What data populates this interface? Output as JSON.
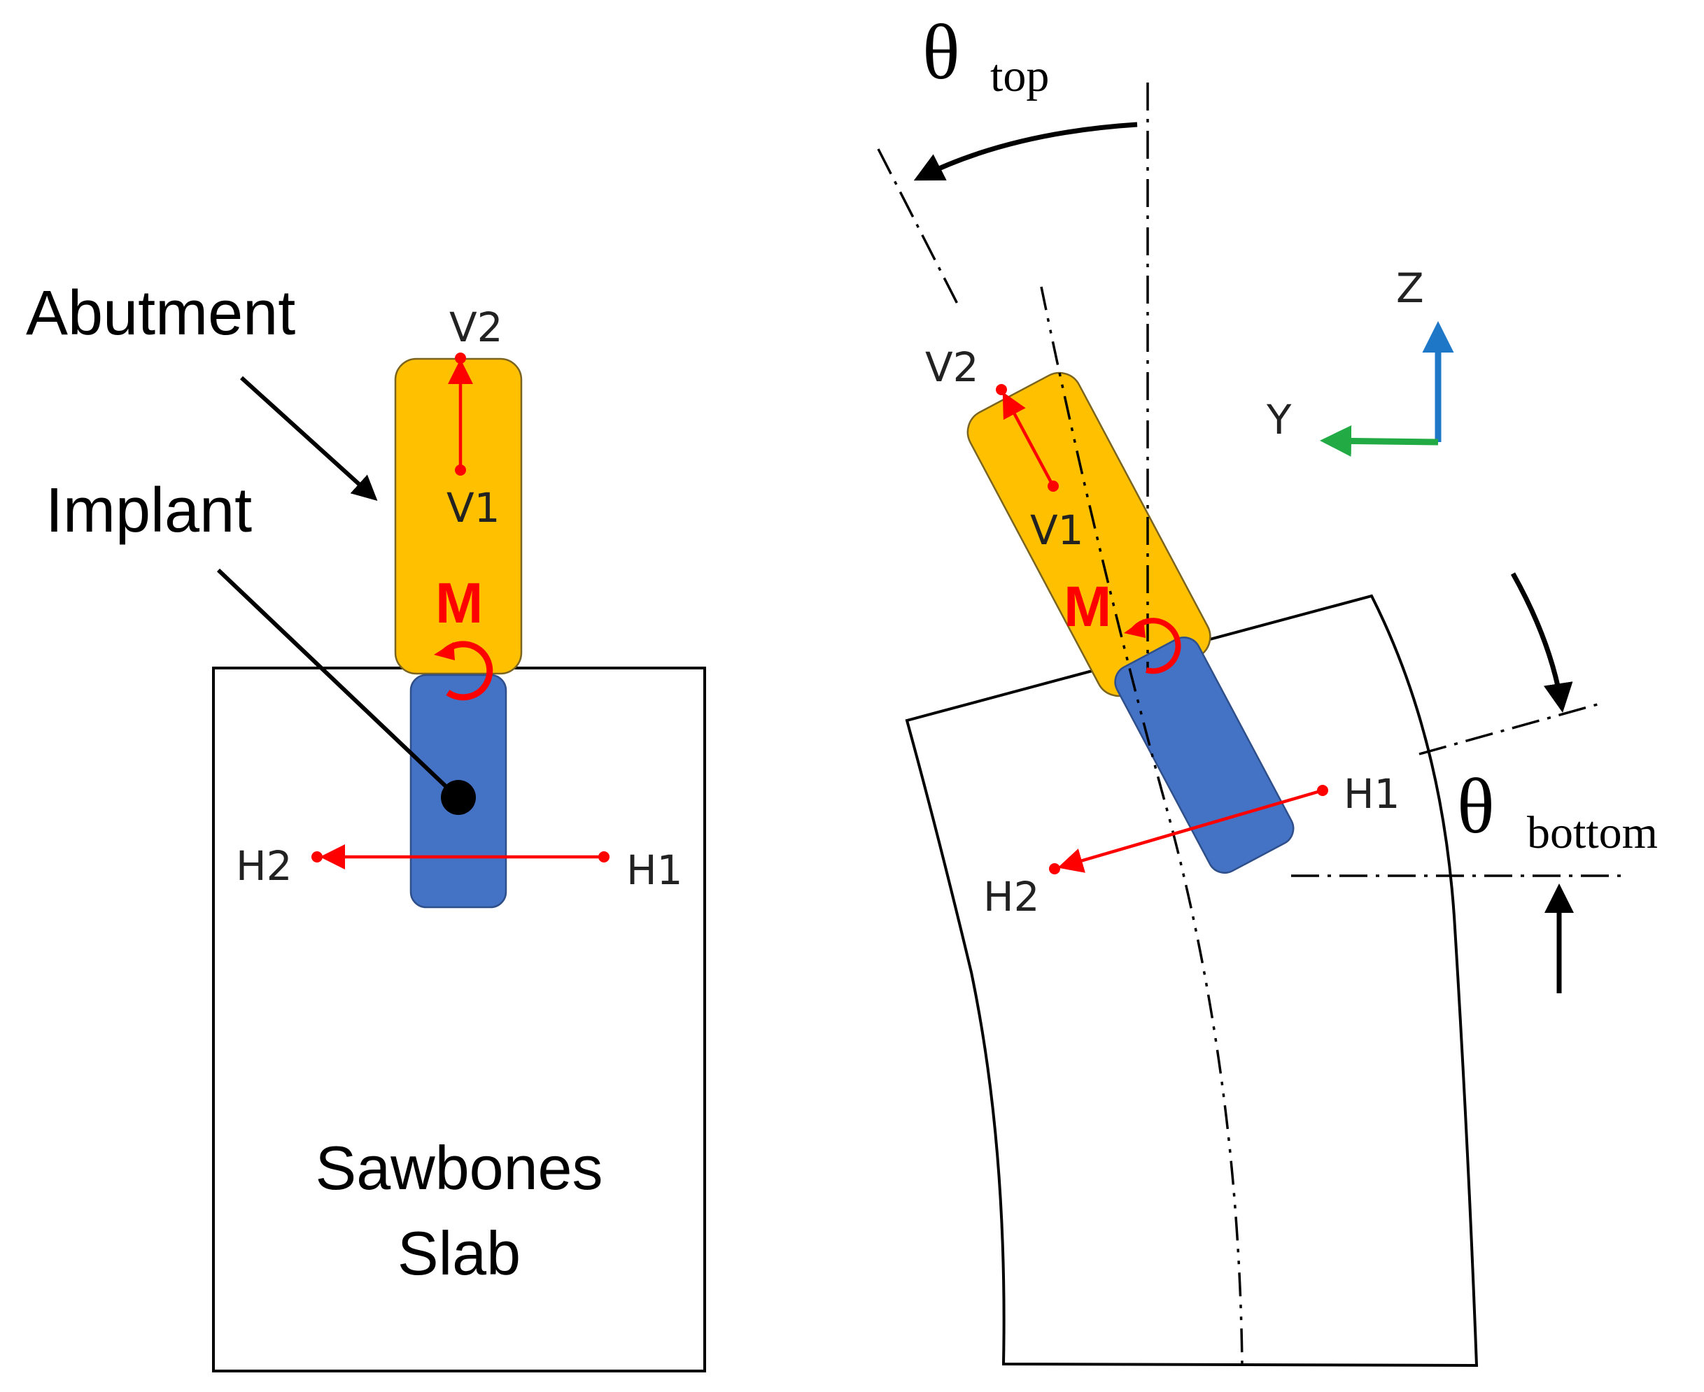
{
  "left": {
    "abutment_label": "Abutment",
    "implant_label": "Implant",
    "slab_line1": "Sawbones",
    "slab_line2": "Slab",
    "v2": "V2",
    "v1": "V1",
    "h1": "H1",
    "h2": "H2",
    "moment": "M"
  },
  "right": {
    "v2": "V2",
    "v1": "V1",
    "h1": "H1",
    "h2": "H2",
    "moment": "M",
    "theta_symbol": "θ",
    "theta_top_sub": "top",
    "theta_bottom_sub": "bottom",
    "axis_z": "Z",
    "axis_y": "Y"
  },
  "colors": {
    "abutment": "#ffc000",
    "implant": "#4472c4",
    "markers": "#ff0000",
    "z_axis": "#1f77c8",
    "y_axis": "#22aa44"
  }
}
